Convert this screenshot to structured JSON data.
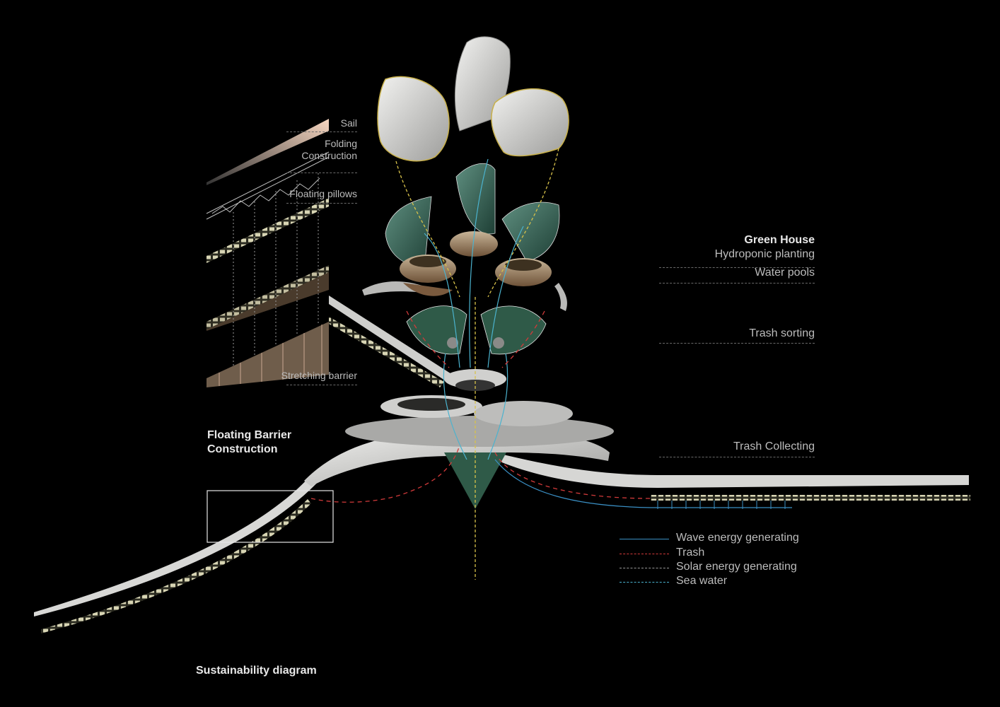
{
  "construction_labels": {
    "sail": "Sail",
    "folding_line1": "Folding",
    "folding_line2": "Construction",
    "floating_pillows": "Floating pillows",
    "stretching_barrier": "Stretching barrier"
  },
  "floating_barrier_title_line1": "Floating Barrier",
  "floating_barrier_title_line2": "Construction",
  "right_labels": {
    "green_house": "Green House",
    "hydroponic": "Hydroponic planting",
    "water_pools": "Water pools",
    "trash_sorting": "Trash sorting",
    "trash_collecting": "Trash Collecting"
  },
  "legend": [
    {
      "label": "Wave energy generating",
      "color": "#3a8fc4",
      "style": "solid"
    },
    {
      "label": "Trash",
      "color": "#d23a3a",
      "style": "dashed"
    },
    {
      "label": "Solar energy generating",
      "color": "#9a9a9a",
      "style": "dashed"
    },
    {
      "label": "Sea water",
      "color": "#4bb3cf",
      "style": "dashed"
    }
  ],
  "caption": "Sustainability diagram",
  "colors": {
    "background": "#000000",
    "shell": "#d8d8d6",
    "leaf": "#2e5e4f",
    "solar": "#e0c84a",
    "trash": "#d23a3a",
    "wave": "#3a8fc4",
    "sea": "#4bb3cf"
  }
}
